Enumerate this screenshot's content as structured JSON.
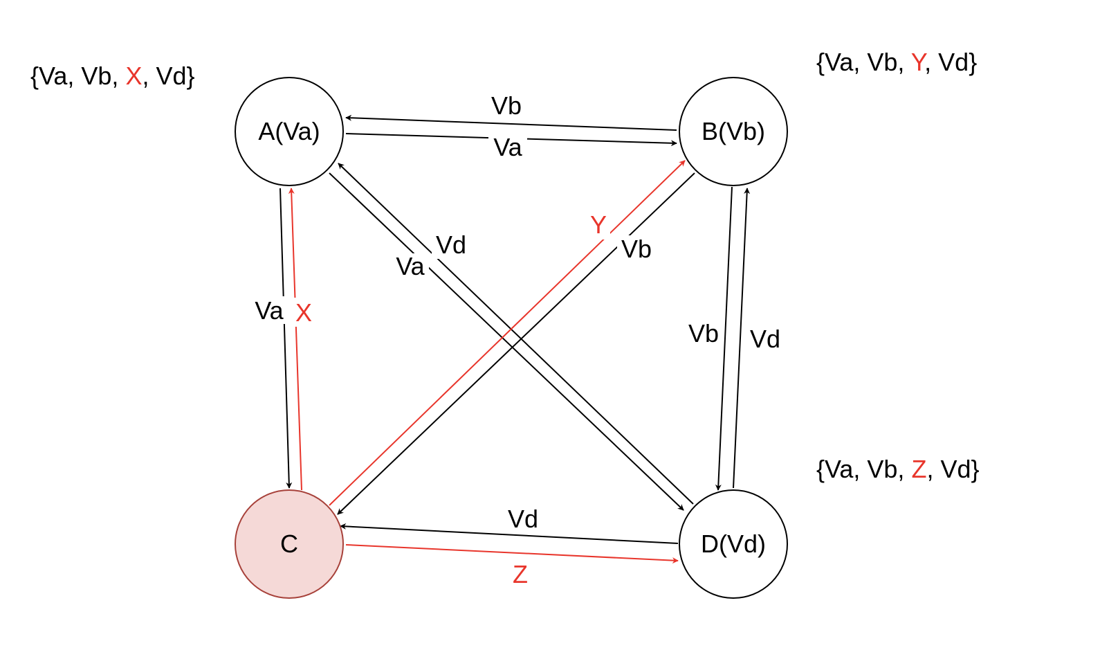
{
  "colors": {
    "black": "#000000",
    "red": "#e8352b",
    "node_fill": "#ffffff",
    "highlight_fill": "#f5d9d7",
    "highlight_stroke": "#a7413a"
  },
  "nodes": {
    "a": {
      "label": "A(Va)"
    },
    "b": {
      "label": "B(Vb)"
    },
    "c": {
      "label": "C"
    },
    "d": {
      "label": "D(Vd)"
    }
  },
  "edges": {
    "b_to_a": {
      "label": "Vb"
    },
    "a_to_b": {
      "label": "Va"
    },
    "a_to_c": {
      "label": "Va"
    },
    "c_to_a": {
      "label": "X"
    },
    "a_to_d": {
      "label": "Va"
    },
    "d_to_a": {
      "label": "Vd"
    },
    "c_to_b": {
      "label": "Y"
    },
    "b_to_c": {
      "label": "Vb"
    },
    "b_to_d": {
      "label": "Vb"
    },
    "d_to_b": {
      "label": "Vd"
    },
    "d_to_c": {
      "label": "Vd"
    },
    "c_to_d": {
      "label": "Z"
    }
  },
  "sets": {
    "a": {
      "open": "{Va, Vb, ",
      "highlight": "X",
      "close": ", Vd}"
    },
    "b": {
      "open": "{Va, Vb, ",
      "highlight": "Y",
      "close": ", Vd}"
    },
    "d": {
      "open": "{Va, Vb, ",
      "highlight": "Z",
      "close": ", Vd}"
    }
  }
}
